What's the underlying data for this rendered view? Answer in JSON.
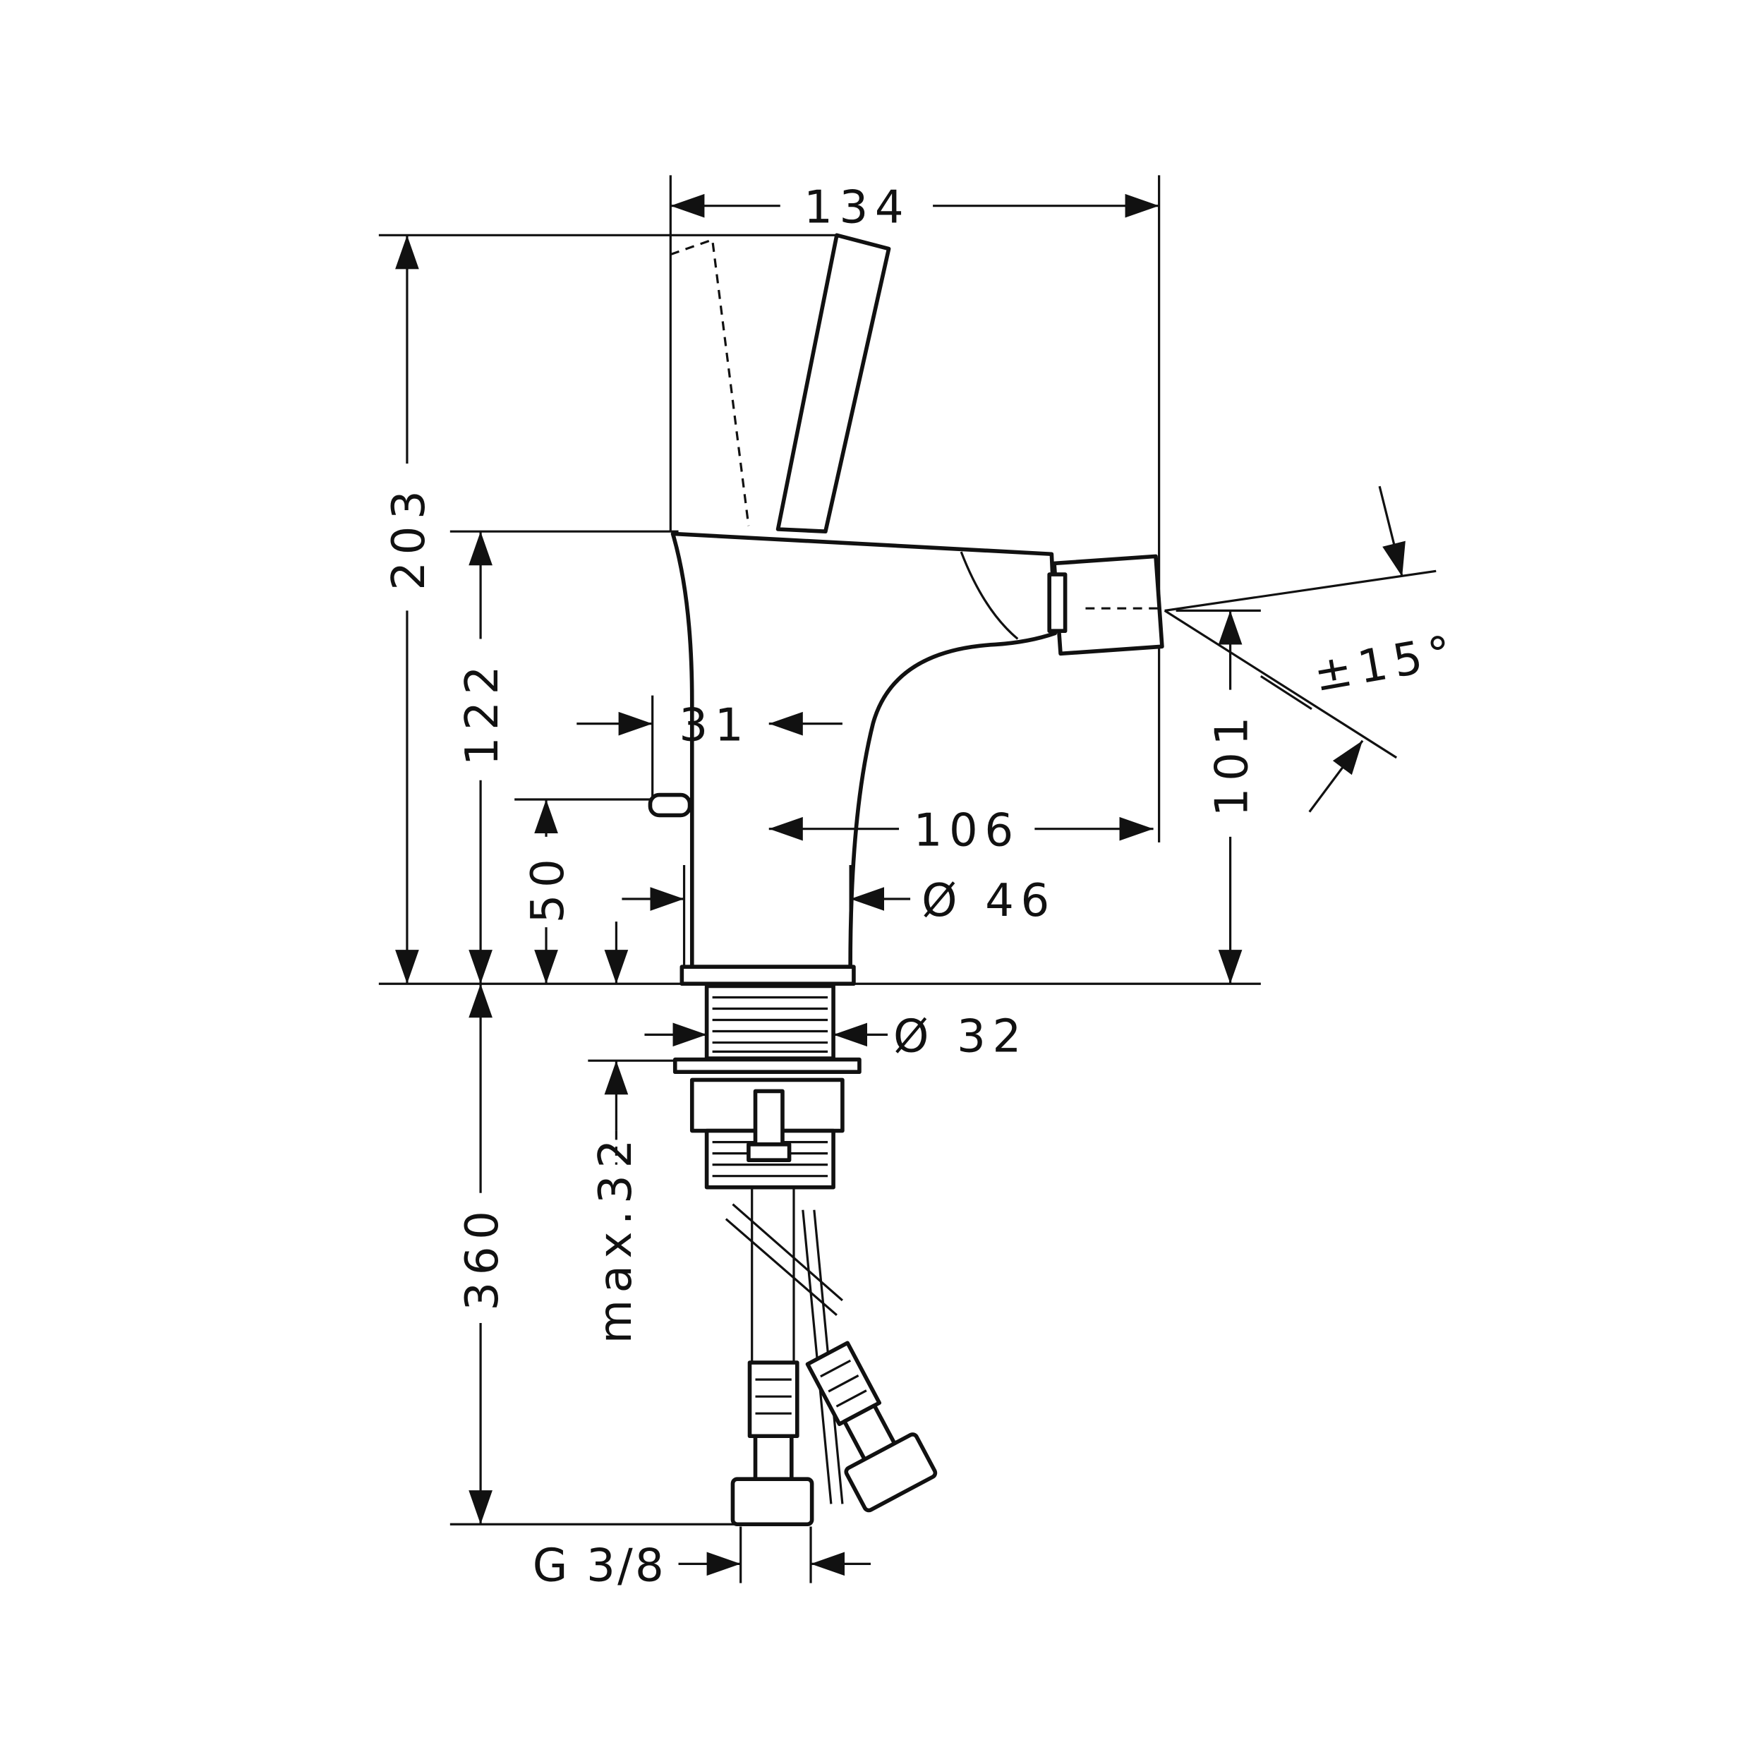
{
  "drawing": {
    "dimensions": {
      "width_total": "134",
      "height_total": "203",
      "body_height": "122",
      "lever_offset": "31",
      "popup_height": "50",
      "spout_reach": "106",
      "body_diameter": "Ø 46",
      "spout_height": "101",
      "spout_swivel": "±15°",
      "shank_diameter": "Ø 32",
      "max_thickness": "max.32",
      "hose_length": "360",
      "connection": "G 3/8"
    },
    "line_color": "#111111",
    "background": "#ffffff"
  }
}
